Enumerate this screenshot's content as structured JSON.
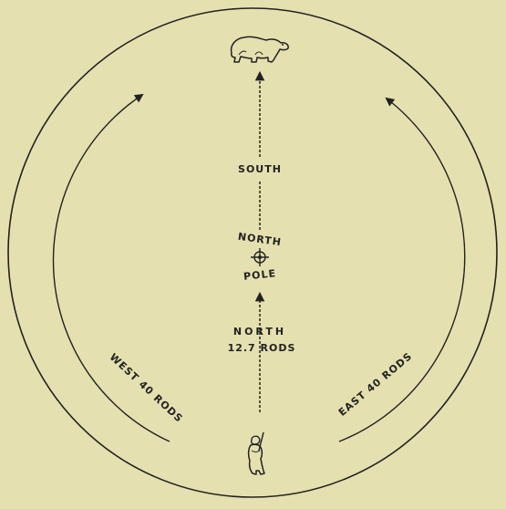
{
  "labels": {
    "south": "SOUTH",
    "north_pole_top": "NORTH",
    "north_pole_bottom": "POLE",
    "north_direction": "NORTH",
    "distance_rods": "12.7 RODS",
    "west": "WEST 40 RODS",
    "east": "EAST 40 RODS"
  },
  "icons": {
    "bear": "polar-bear-icon",
    "hunter": "hunter-icon",
    "pole_marker": "crosshair-icon"
  },
  "colors": {
    "background": "#e5e0b0",
    "ink": "#222222"
  }
}
